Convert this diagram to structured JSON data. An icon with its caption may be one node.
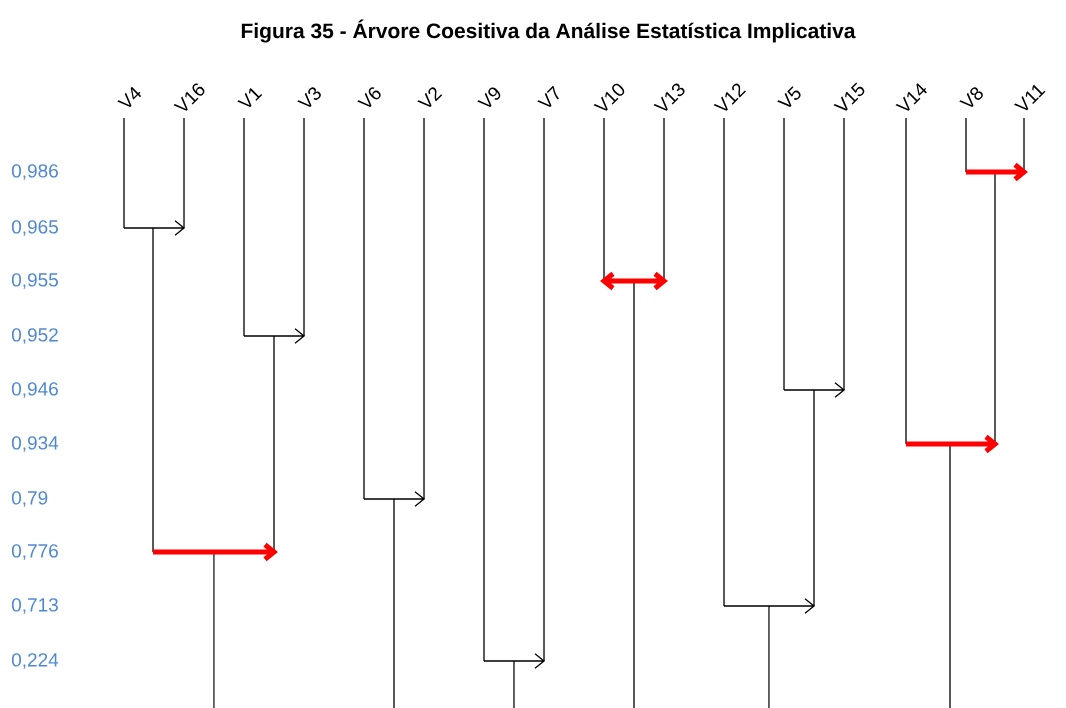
{
  "diagram": {
    "title": "Figura 35 - Árvore Coesitiva da Análise Estatística Implicativa",
    "nodes": [
      {
        "text": [
          "V4"
        ]
      },
      {
        "text": [
          "V16"
        ]
      },
      {
        "text": [
          "V1"
        ]
      },
      {
        "text": [
          "V3"
        ]
      },
      {
        "text": [
          "V6"
        ]
      },
      {
        "text": [
          "V2"
        ]
      },
      {
        "text": [
          "V9"
        ]
      },
      {
        "text": [
          "V7"
        ]
      },
      {
        "text": [
          "V10"
        ]
      },
      {
        "text": [
          "V13"
        ]
      },
      {
        "text": [
          "V12"
        ]
      },
      {
        "text": [
          "V5"
        ]
      },
      {
        "text": [
          "V15"
        ]
      },
      {
        "text": [
          "V14"
        ]
      },
      {
        "text": [
          "V8"
        ]
      },
      {
        "text": [
          "V11"
        ]
      },
      {
        "text": [],
        "shape": "line"
      },
      {
        "text": [],
        "shape": "line"
      },
      {
        "text": [],
        "shape": "line"
      },
      {
        "text": [],
        "shape": "line"
      }
    ],
    "edges": [
      {
        "from": 0,
        "to": 1,
        "arrow": "to"
      },
      {
        "from": 2,
        "to": 3,
        "arrow": "to"
      },
      {
        "from": 4,
        "to": 5,
        "arrow": "to"
      },
      {
        "from": 6,
        "to": 7,
        "arrow": "to"
      },
      {
        "from": 8,
        "to": 9,
        "arrow": "both",
        "style": "thick",
        "color": "#ff0000"
      },
      {
        "from": 11,
        "to": 12,
        "arrow": "to"
      },
      {
        "from": 14,
        "to": 15,
        "arrow": "to",
        "style": "thick",
        "color": "#ff0000"
      },
      {
        "from": 16,
        "to": 17,
        "arrow": "to",
        "style": "thick",
        "color": "#ff0000"
      },
      {
        "from": 10,
        "to": 18,
        "arrow": "to"
      },
      {
        "from": 13,
        "to": 19,
        "arrow": "to",
        "style": "thick",
        "color": "#ff0000"
      }
    ],
    "labels": [
      "0,986",
      "0,965",
      "0,955",
      "0,952",
      "0,946",
      "0,934",
      "0,79",
      "0,776",
      "0,713",
      "0,224"
    ]
  }
}
